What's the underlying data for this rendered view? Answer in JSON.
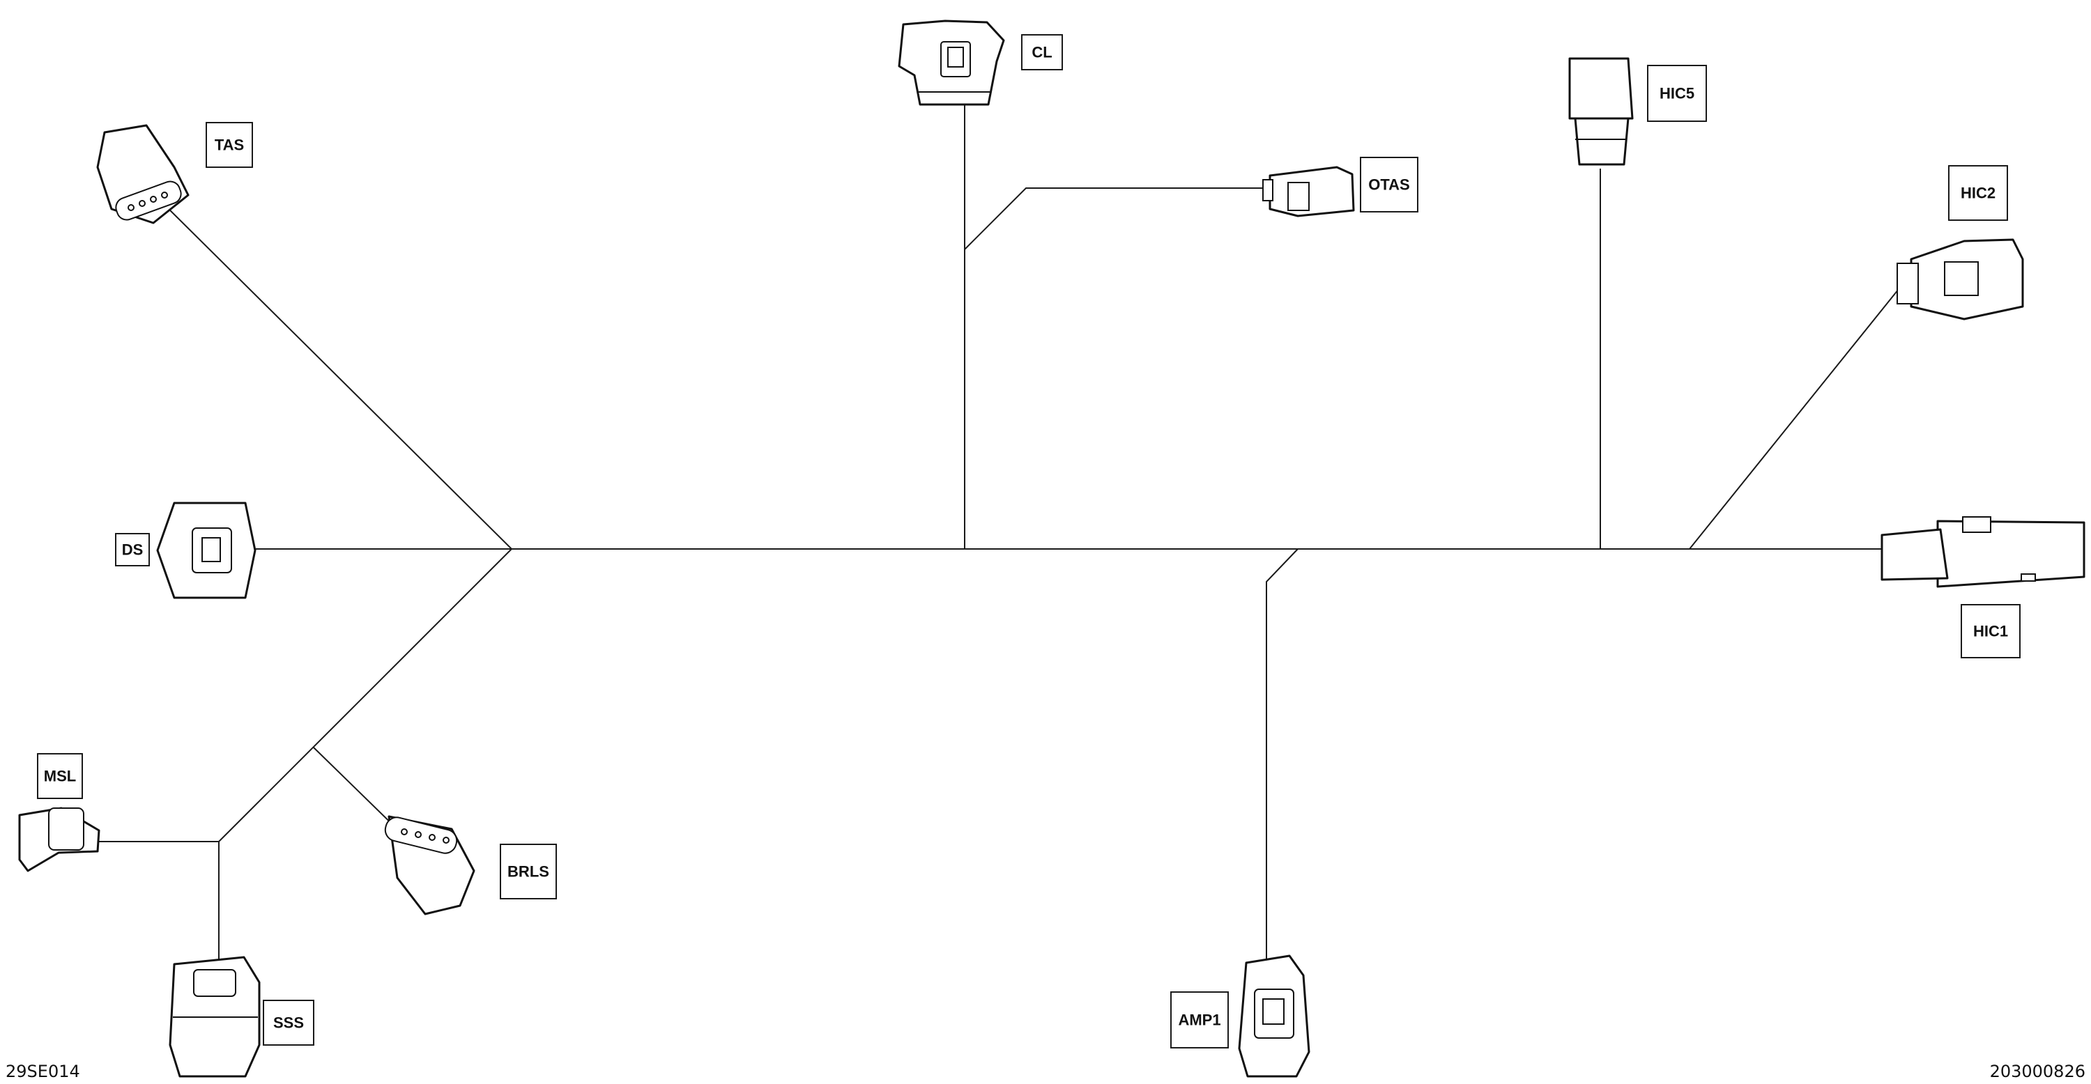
{
  "connectors": [
    {
      "id": "CL",
      "label": "CL"
    },
    {
      "id": "OTAS",
      "label": "OTAS"
    },
    {
      "id": "HIC5",
      "label": "HIC5"
    },
    {
      "id": "HIC2",
      "label": "HIC2"
    },
    {
      "id": "HIC1",
      "label": "HIC1"
    },
    {
      "id": "TAS",
      "label": "TAS"
    },
    {
      "id": "DS",
      "label": "DS"
    },
    {
      "id": "MSL",
      "label": "MSL"
    },
    {
      "id": "BRLS",
      "label": "BRLS"
    },
    {
      "id": "SSS",
      "label": "SSS"
    },
    {
      "id": "AMP1",
      "label": "AMP1"
    }
  ],
  "footer": {
    "figure_code": "29SE014",
    "part_number": "203000826"
  }
}
